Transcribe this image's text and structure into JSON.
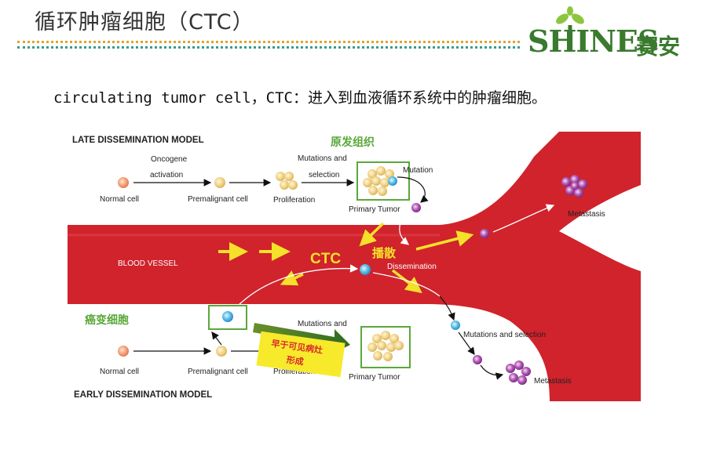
{
  "header": {
    "title": "循环肿瘤细胞（CTC）",
    "logo_text": "SHINES",
    "logo_cn": "赛安"
  },
  "intro": {
    "prefix": "circulating tumor cell，CTC：",
    "text": "进入到血液循环系统中的肿瘤细胞。"
  },
  "diagram": {
    "late_model": "LATE DISSEMINATION MODEL",
    "early_model": "EARLY DISSEMINATION MODEL",
    "blood_vessel": "BLOOD VESSEL",
    "ctc": "CTC",
    "dissemination_cn": "播散",
    "dissemination": "Dissemination",
    "primary_tissue_cn": "原发组织",
    "cancer_cell_cn": "癌变细胞",
    "early_note_line1": "早于可见病灶",
    "early_note_line2": "形成",
    "top": {
      "normal_cell": "Normal cell",
      "oncogene_1": "Oncogene",
      "oncogene_2": "activation",
      "premalignant": "Premalignant cell",
      "proliferation": "Proliferation",
      "mutations_1": "Mutations and",
      "mutations_2": "selection",
      "primary_tumor": "Primary Tumor",
      "mutation": "Mutation",
      "metastasis": "Metastasis"
    },
    "bottom": {
      "normal_cell": "Normal cell",
      "premalignant": "Premalignant cell",
      "proliferation": "Proliferation",
      "mutations_1": "Mutations and",
      "primary_tumor": "Primary Tumor",
      "mutations_selection": "Mutations and selection",
      "metastasis": "Metastasis"
    }
  }
}
